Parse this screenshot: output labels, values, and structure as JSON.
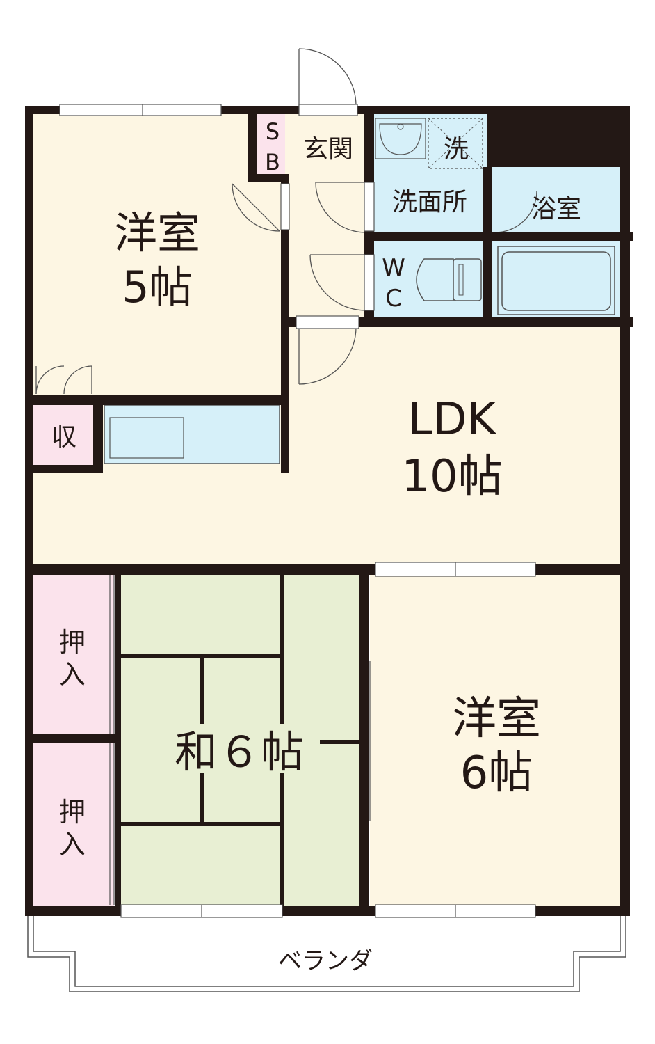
{
  "floorplan": {
    "rooms": {
      "western_room_5": {
        "name": "洋室",
        "size": "5帖"
      },
      "sb": {
        "line1": "S",
        "line2": "B"
      },
      "entrance": {
        "name": "玄関"
      },
      "washer": {
        "name": "洗"
      },
      "washroom": {
        "name": "洗面所"
      },
      "bathroom": {
        "name": "浴室"
      },
      "wc": {
        "line1": "W",
        "line2": "C"
      },
      "storage": {
        "name": "収"
      },
      "ldk": {
        "name": "LDK",
        "size": "10帖"
      },
      "closet_upper": {
        "line1": "押",
        "line2": "入"
      },
      "closet_lower": {
        "line1": "押",
        "line2": "入"
      },
      "japanese_room": {
        "name": "和６帖"
      },
      "western_room_6": {
        "name": "洋室",
        "size": "6帖"
      },
      "veranda": {
        "name": "ベランダ"
      }
    },
    "colors": {
      "floor": "#fdf6e3",
      "wet_area": "#d6f0f9",
      "storage": "#fbe3ec",
      "tatami": "#e8efd3",
      "wall": "#231815"
    }
  }
}
